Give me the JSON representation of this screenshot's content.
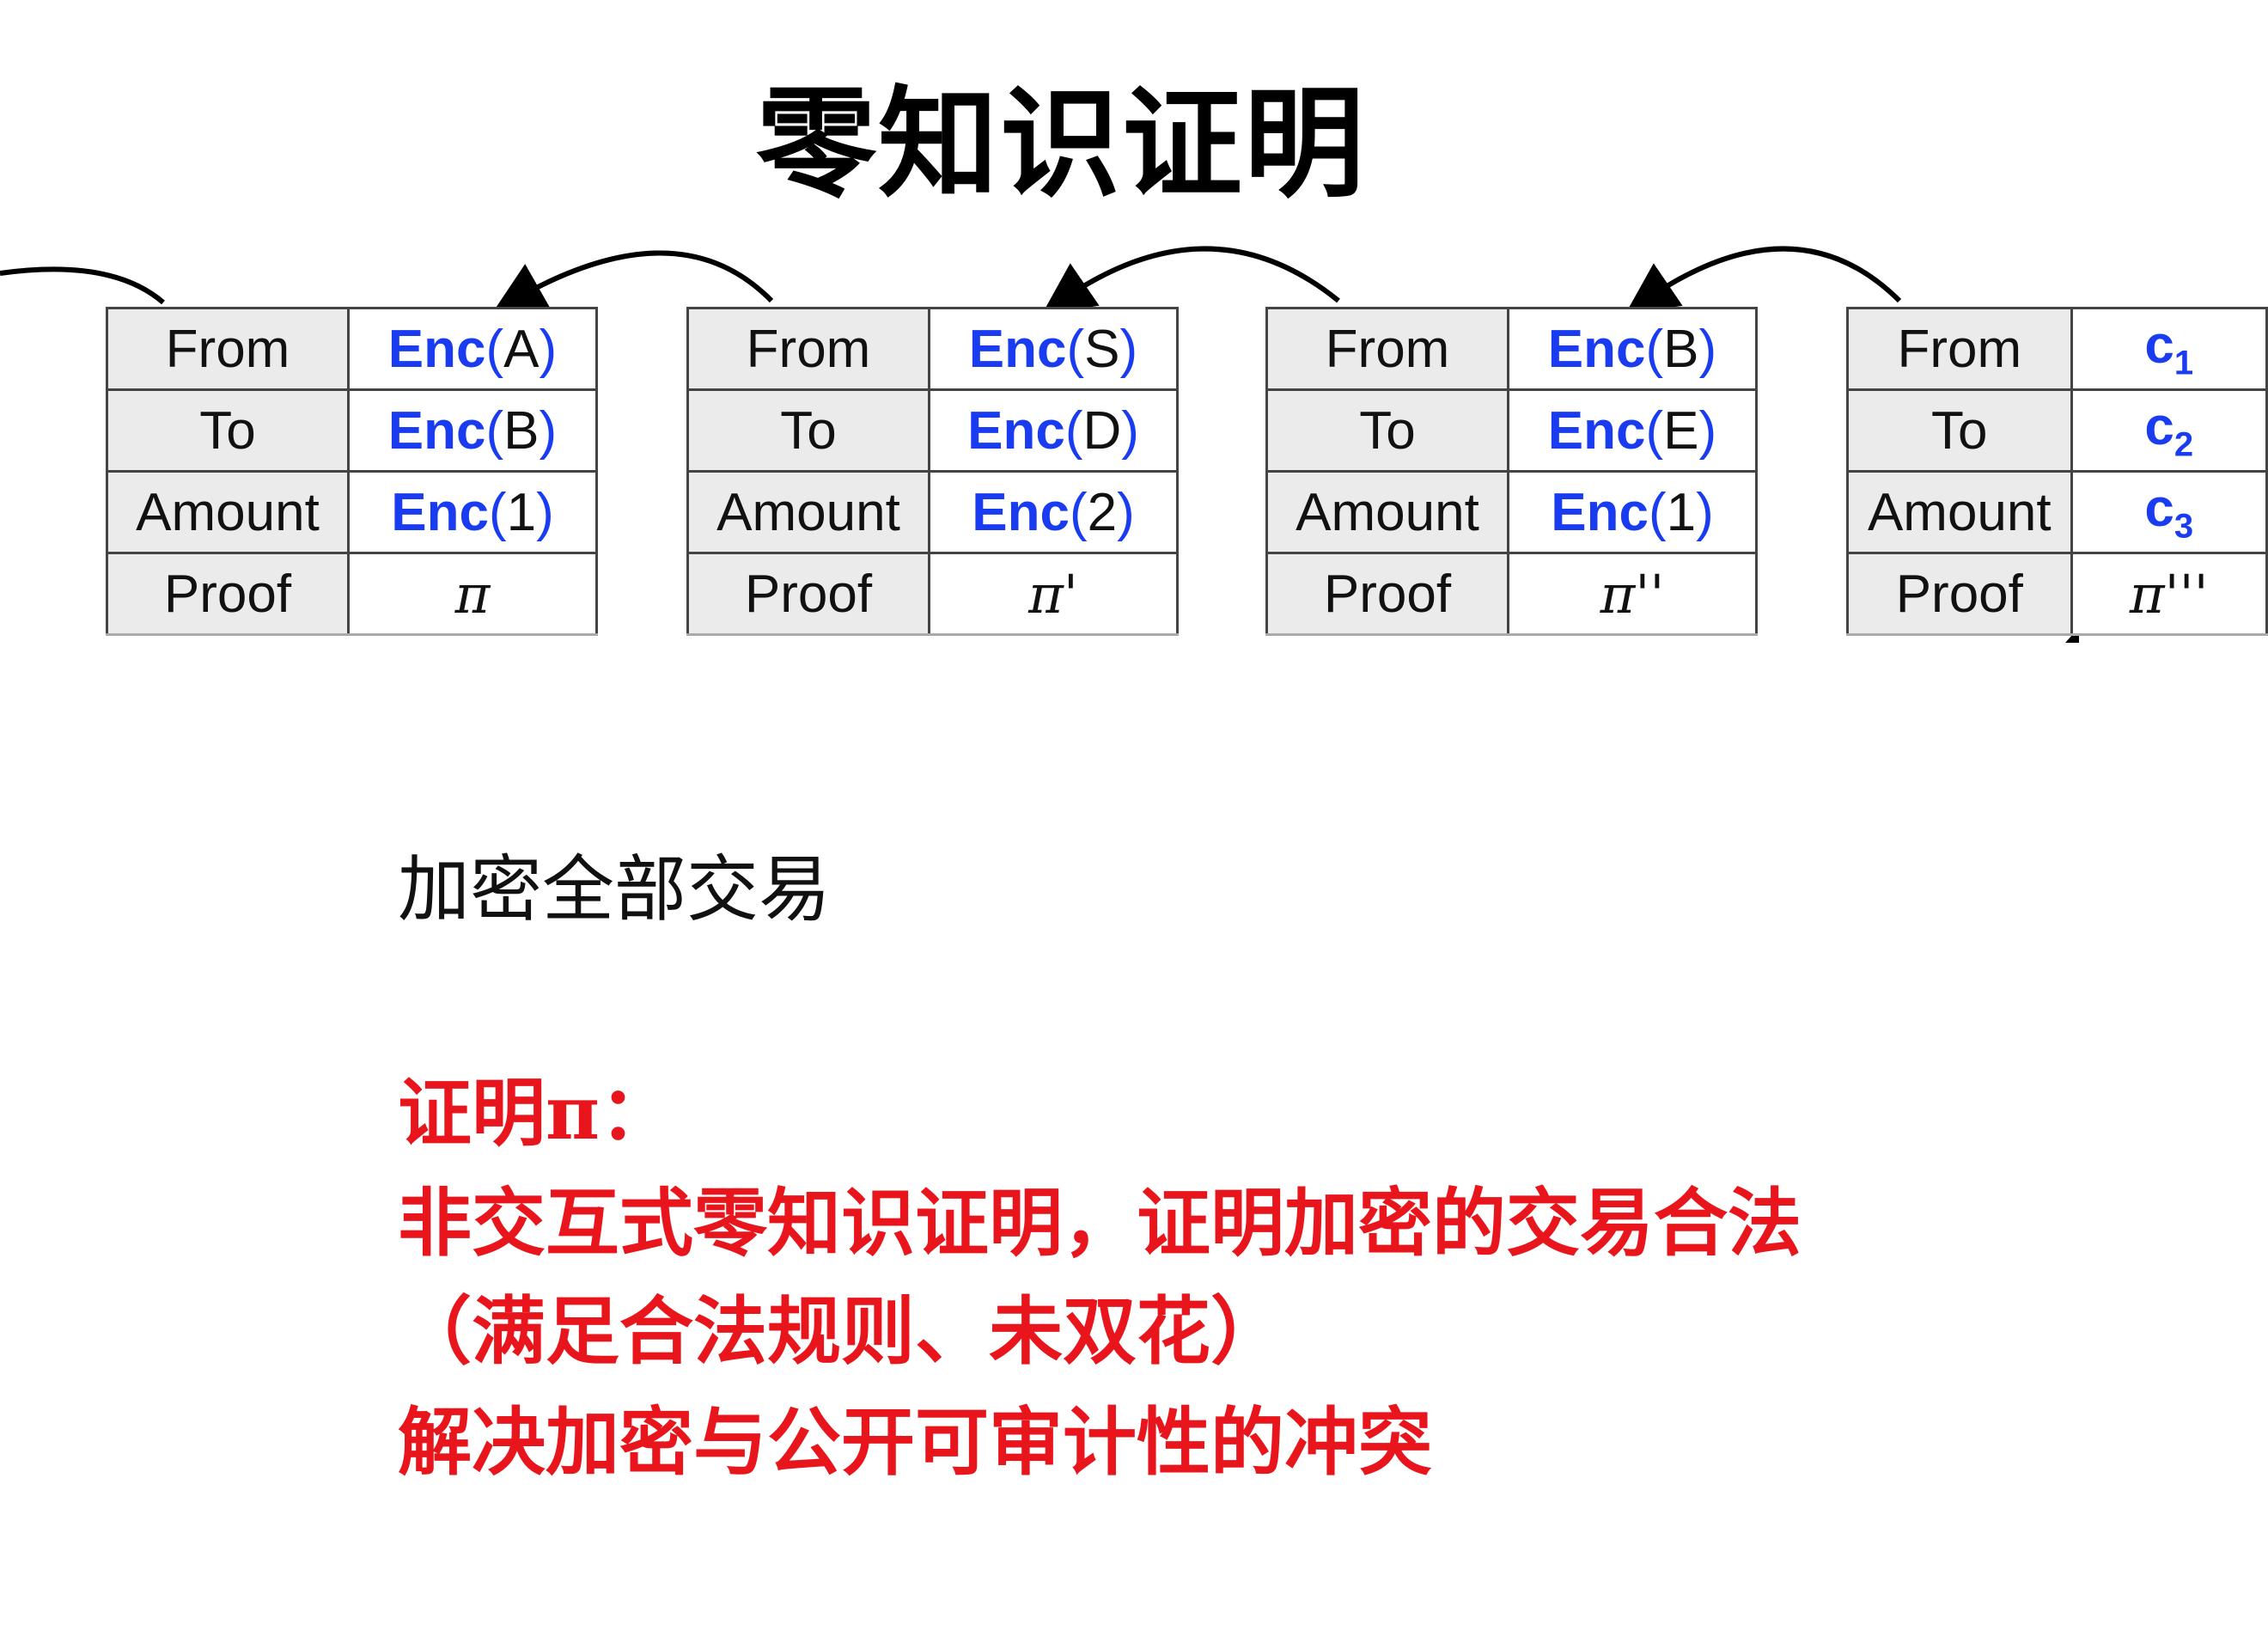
{
  "title": "零知识证明",
  "transactions": [
    {
      "from": {
        "fn": "Enc",
        "arg": "A"
      },
      "to": {
        "fn": "Enc",
        "arg": "B"
      },
      "amount": {
        "fn": "Enc",
        "arg": "1"
      },
      "proof": "π"
    },
    {
      "from": {
        "fn": "Enc",
        "arg": "S"
      },
      "to": {
        "fn": "Enc",
        "arg": "D"
      },
      "amount": {
        "fn": "Enc",
        "arg": "2"
      },
      "proof": "π'"
    },
    {
      "from": {
        "fn": "Enc",
        "arg": "B"
      },
      "to": {
        "fn": "Enc",
        "arg": "E"
      },
      "amount": {
        "fn": "Enc",
        "arg": "1"
      },
      "proof": "π''"
    },
    {
      "from": {
        "c": "c",
        "sub": "1"
      },
      "to": {
        "c": "c",
        "sub": "2"
      },
      "amount": {
        "c": "c",
        "sub": "3"
      },
      "proof": "π'''"
    }
  ],
  "labels": {
    "from": "From",
    "to": "To",
    "amount": "Amount",
    "proof": "Proof"
  },
  "subtitle": "加密全部交易",
  "notes": [
    "证明π：",
    "非交互式零知识证明，证明加密的交易合法",
    "（满足合法规则、未双花）",
    "解决加密与公开可审计性的冲突"
  ],
  "colors": {
    "enc": "#1a3cf0",
    "note": "#e8161c",
    "label_bg": "#ebebeb"
  }
}
